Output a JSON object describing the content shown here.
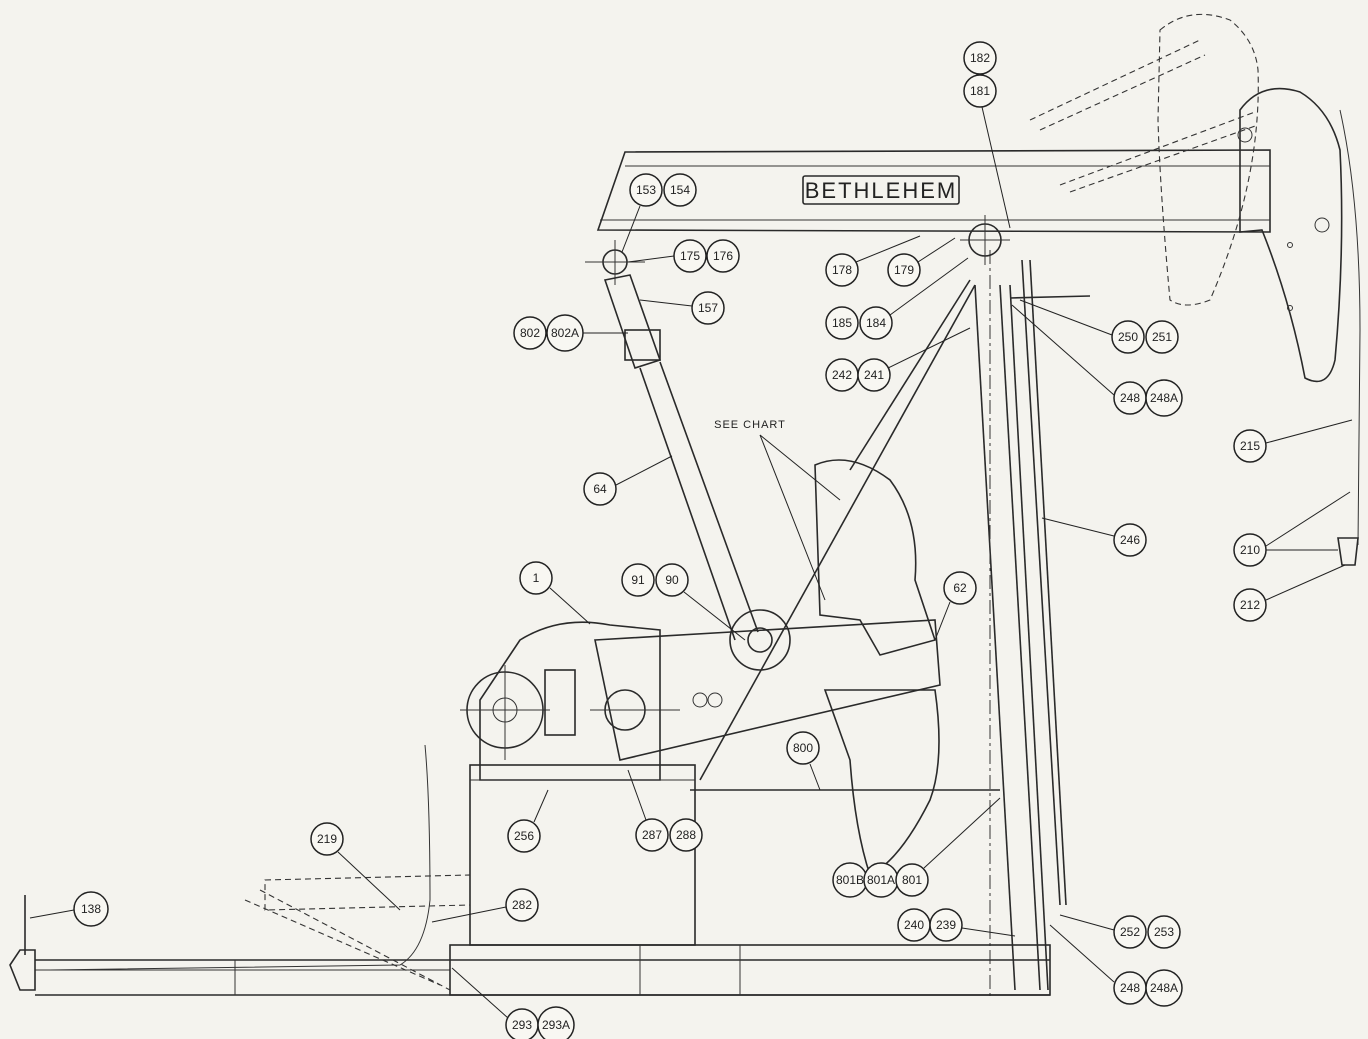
{
  "brand": "BETHLEHEM",
  "note": "SEE CHART",
  "callouts": [
    {
      "id": "c-182",
      "label": "182"
    },
    {
      "id": "c-181",
      "label": "181"
    },
    {
      "id": "c-153",
      "label": "153"
    },
    {
      "id": "c-154",
      "label": "154"
    },
    {
      "id": "c-175",
      "label": "175"
    },
    {
      "id": "c-176",
      "label": "176"
    },
    {
      "id": "c-178",
      "label": "178"
    },
    {
      "id": "c-179",
      "label": "179"
    },
    {
      "id": "c-157",
      "label": "157"
    },
    {
      "id": "c-802",
      "label": "802"
    },
    {
      "id": "c-802A",
      "label": "802A"
    },
    {
      "id": "c-185",
      "label": "185"
    },
    {
      "id": "c-184",
      "label": "184"
    },
    {
      "id": "c-250",
      "label": "250"
    },
    {
      "id": "c-251",
      "label": "251"
    },
    {
      "id": "c-242",
      "label": "242"
    },
    {
      "id": "c-241",
      "label": "241"
    },
    {
      "id": "c-248a",
      "label": "248"
    },
    {
      "id": "c-248Aa",
      "label": "248A"
    },
    {
      "id": "c-215",
      "label": "215"
    },
    {
      "id": "c-64",
      "label": "64"
    },
    {
      "id": "c-246",
      "label": "246"
    },
    {
      "id": "c-210",
      "label": "210"
    },
    {
      "id": "c-212",
      "label": "212"
    },
    {
      "id": "c-1",
      "label": "1"
    },
    {
      "id": "c-91",
      "label": "91"
    },
    {
      "id": "c-90",
      "label": "90"
    },
    {
      "id": "c-62",
      "label": "62"
    },
    {
      "id": "c-800",
      "label": "800"
    },
    {
      "id": "c-256",
      "label": "256"
    },
    {
      "id": "c-287",
      "label": "287"
    },
    {
      "id": "c-288",
      "label": "288"
    },
    {
      "id": "c-219",
      "label": "219"
    },
    {
      "id": "c-801B",
      "label": "801B"
    },
    {
      "id": "c-801A",
      "label": "801A"
    },
    {
      "id": "c-801",
      "label": "801"
    },
    {
      "id": "c-138",
      "label": "138"
    },
    {
      "id": "c-282",
      "label": "282"
    },
    {
      "id": "c-240",
      "label": "240"
    },
    {
      "id": "c-239",
      "label": "239"
    },
    {
      "id": "c-252",
      "label": "252"
    },
    {
      "id": "c-253",
      "label": "253"
    },
    {
      "id": "c-248b",
      "label": "248"
    },
    {
      "id": "c-248Ab",
      "label": "248A"
    },
    {
      "id": "c-293",
      "label": "293"
    },
    {
      "id": "c-293A",
      "label": "293A"
    }
  ]
}
